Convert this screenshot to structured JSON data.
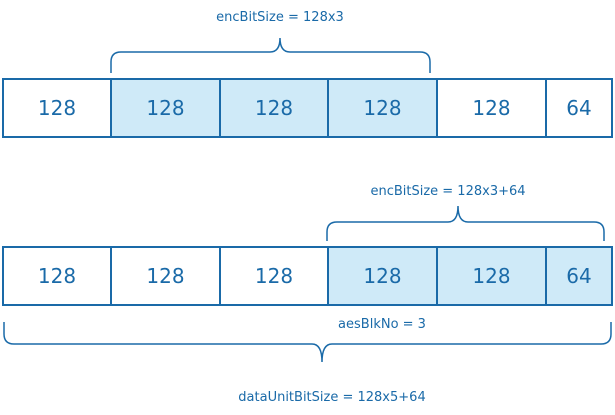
{
  "colors": {
    "stroke": "#1a6aa8",
    "text": "#1a6aa8",
    "highlight": "#cfeaf8",
    "plain": "#ffffff"
  },
  "rows": [
    {
      "brace_label": "encBitSize = 128x3",
      "cells": [
        {
          "label": "128",
          "highlight": false
        },
        {
          "label": "128",
          "highlight": true
        },
        {
          "label": "128",
          "highlight": true
        },
        {
          "label": "128",
          "highlight": true
        },
        {
          "label": "128",
          "highlight": false
        },
        {
          "label": "64",
          "highlight": false
        }
      ]
    },
    {
      "brace_label": "encBitSize = 128x3+64",
      "cells": [
        {
          "label": "128",
          "highlight": false
        },
        {
          "label": "128",
          "highlight": false
        },
        {
          "label": "128",
          "highlight": false
        },
        {
          "label": "128",
          "highlight": true
        },
        {
          "label": "128",
          "highlight": true
        },
        {
          "label": "64",
          "highlight": true
        }
      ]
    }
  ],
  "aes_label": "aesBlkNo = 3",
  "total_label": "dataUnitBitSize = 128x5+64"
}
